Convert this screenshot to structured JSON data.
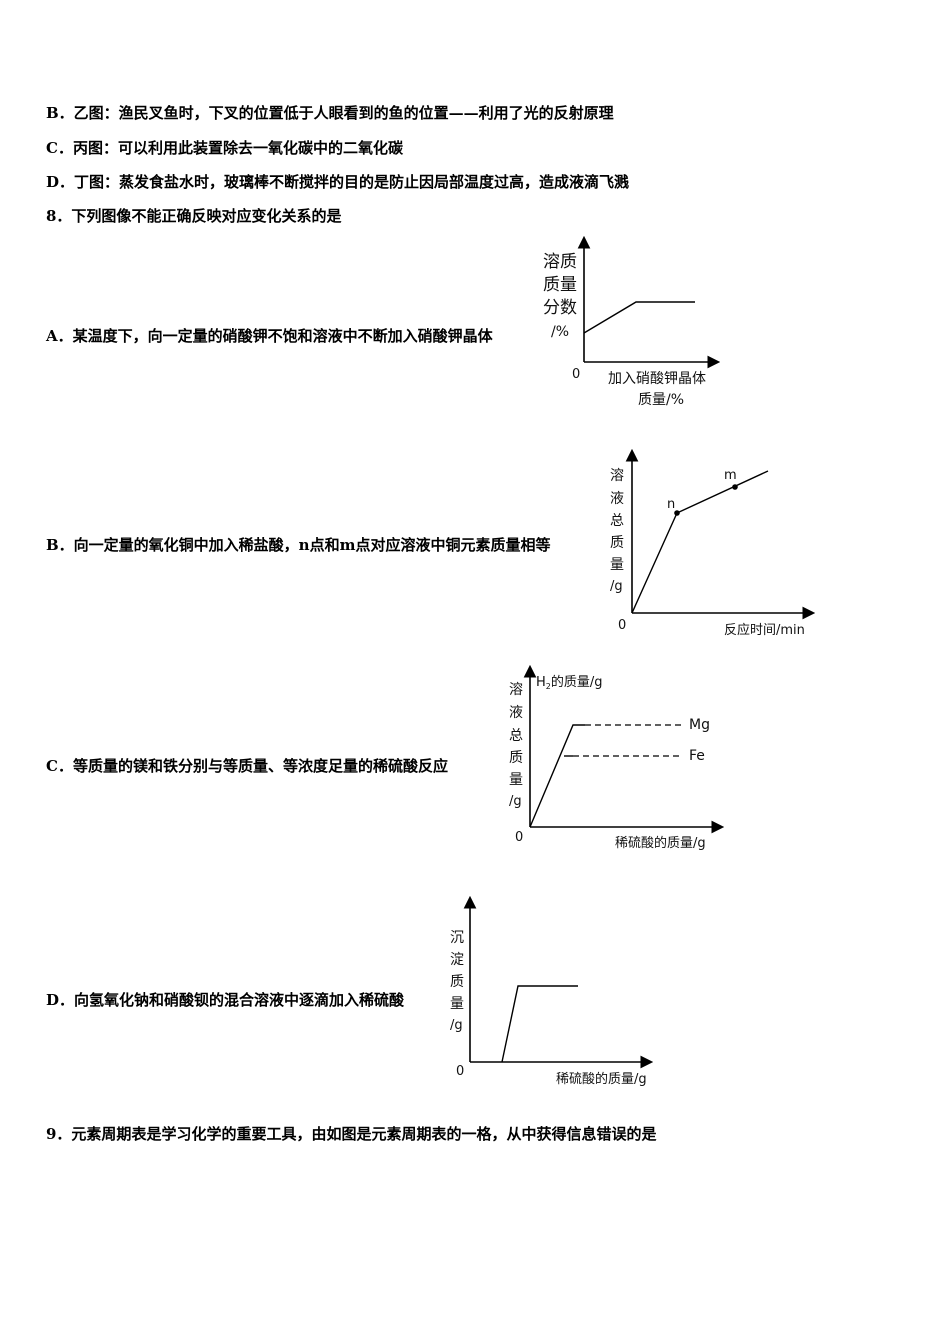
{
  "lines": {
    "b": "B．乙图：渔民叉鱼时，下叉的位置低于人眼看到的鱼的位置——利用了光的反射原理",
    "c": "C．丙图：可以利用此装置除去一氧化碳中的二氧化碳",
    "d": "D．丁图：蒸发食盐水时，玻璃棒不断搅拌的目的是防止因局部温度过高，造成液滴飞溅",
    "q8": "8．下列图像不能正确反映对应变化关系的是",
    "q9": "9．元素周期表是学习化学的重要工具，由如图是元素周期表的一格，从中获得信息错误的是"
  },
  "options": {
    "a": "A．某温度下，向一定量的硝酸钾不饱和溶液中不断加入硝酸钾晶体",
    "b": "B．向一定量的氧化铜中加入稀盐酸，n点和m点对应溶液中铜元素质量相等",
    "c": "C．等质量的镁和铁分别与等质量、等浓度足量的稀硫酸反应",
    "d": "D．向氢氧化钠和硝酸钡的混合溶液中逐滴加入稀硫酸"
  },
  "graphs": {
    "a": {
      "origin": "0",
      "y_label": [
        "溶质",
        "质量",
        "分数",
        "/%"
      ],
      "x_label": [
        "加入硝酸钾晶体",
        "质量/%"
      ]
    },
    "b": {
      "origin": "0",
      "y_label": [
        "溶",
        "液",
        "总",
        "质",
        "量",
        "/g"
      ],
      "x_label": "反应时间/min",
      "point_n": "n",
      "point_m": "m"
    },
    "c": {
      "origin": "0",
      "y_title_prefix": "H",
      "y_title_sub": "2",
      "y_title_suffix": "的质量/g",
      "y_label": [
        "溶",
        "液",
        "总",
        "质",
        "量",
        "/g"
      ],
      "x_label": "稀硫酸的质量/g",
      "series": [
        "Mg",
        "Fe"
      ]
    },
    "d": {
      "origin": "0",
      "y_label": [
        "沉",
        "淀",
        "质",
        "量",
        "/g"
      ],
      "x_label": "稀硫酸的质量/g"
    }
  }
}
